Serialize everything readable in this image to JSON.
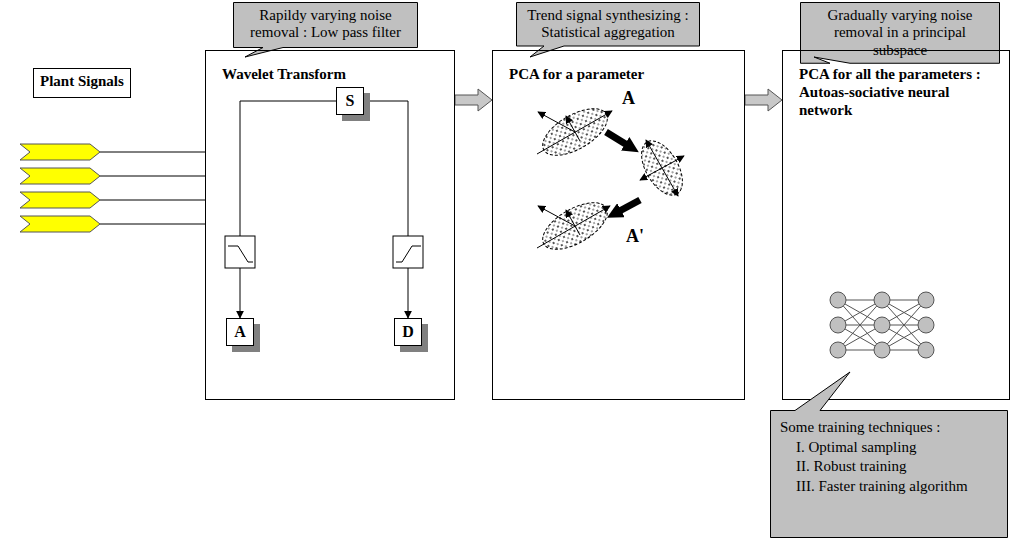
{
  "diagram": {
    "nodes": [
      {
        "text": [
          "Rapildy varying noise removal : Low pass filter"
        ]
      },
      {
        "text": [
          "Trend signal synthesizing : Statistical aggregation"
        ]
      },
      {
        "text": [
          "Gradually varying noise removal in a principal subspace"
        ]
      },
      {
        "text": [
          "Plant Signals"
        ]
      },
      {
        "text": [
          "Wavelet Transform"
        ]
      },
      {
        "text": [
          "S"
        ],
        "in": 4
      },
      {
        "text": [
          "A"
        ],
        "in": 4
      },
      {
        "text": [
          "D"
        ],
        "in": 4
      },
      {
        "text": [
          "PCA for a parameter"
        ]
      },
      {
        "text": [
          "PCA for all the parameters : Autoas-sociative neural network"
        ]
      },
      {
        "text": [
          "Some training techniques :",
          "I. Optimal sampling",
          "II. Robust training",
          "III. Faster training algorithm"
        ]
      }
    ],
    "edges": [
      {
        "from": 4,
        "to": 8,
        "arrow": "to"
      },
      {
        "from": 8,
        "to": 9,
        "arrow": "to"
      },
      {
        "from": 5,
        "to": 6,
        "arrow": "to"
      },
      {
        "from": 5,
        "to": 7,
        "arrow": "to"
      }
    ],
    "labels": [
      "A",
      "A'"
    ]
  }
}
